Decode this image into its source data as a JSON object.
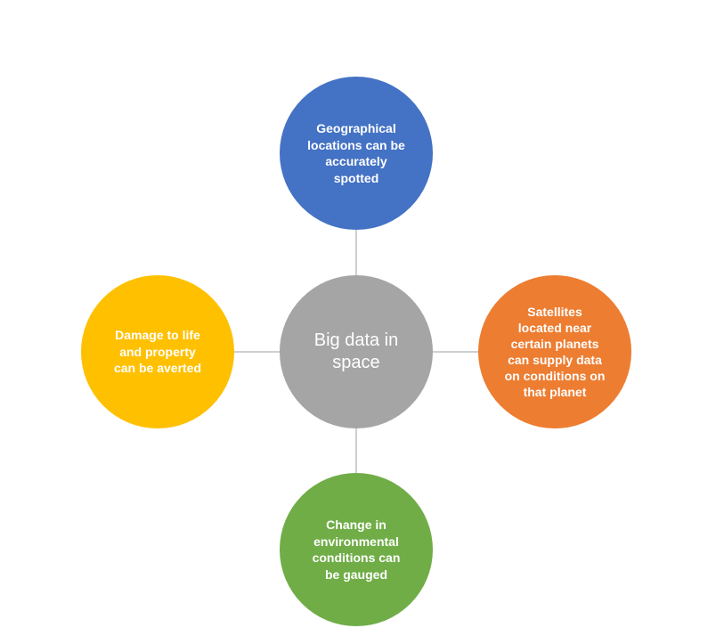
{
  "diagram": {
    "center": {
      "label": "Big data in\nspace",
      "color": "#A5A5A5"
    },
    "nodes": {
      "top": {
        "label": "Geographical\nlocations can be\naccurately\nspotted",
        "color": "#4472C4"
      },
      "left": {
        "label": "Damage to life\nand property\ncan be averted",
        "color": "#FFC000"
      },
      "right": {
        "label": "Satellites\nlocated near\ncertain planets\ncan supply data\non conditions on\nthat planet",
        "color": "#ED7D31"
      },
      "bottom": {
        "label": "Change in\nenvironmental\nconditions can\nbe gauged",
        "color": "#70AD47"
      }
    },
    "connector_color": "#BFBFBF"
  }
}
